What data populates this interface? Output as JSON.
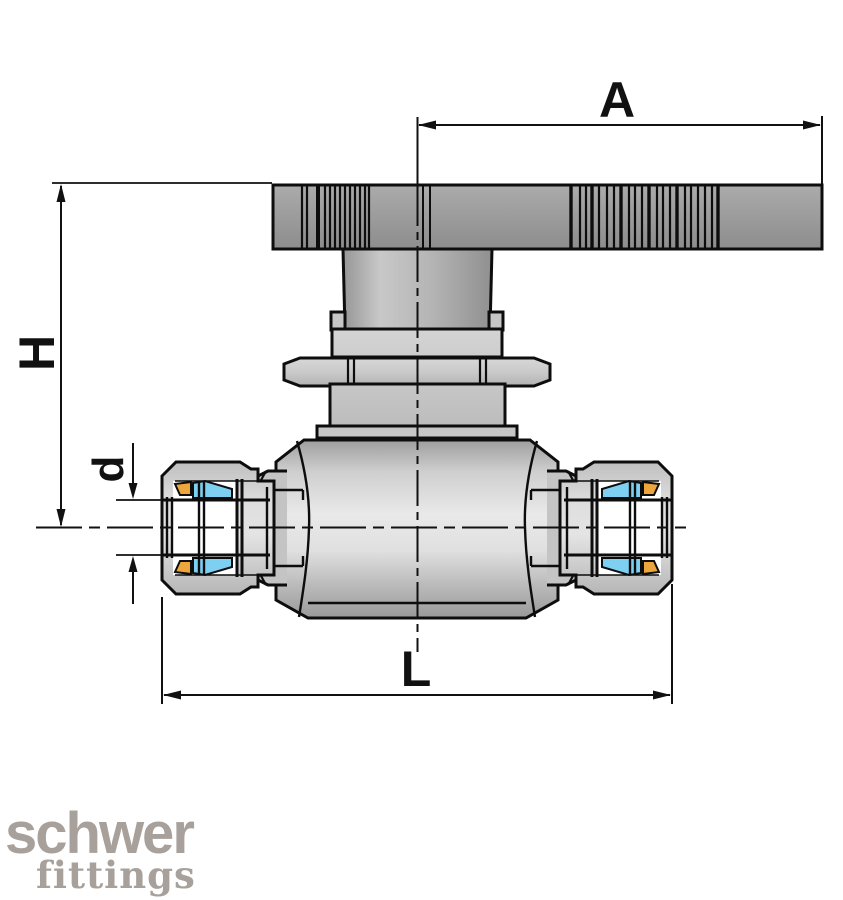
{
  "dimension_labels": {
    "A": "A",
    "H": "H",
    "d": "d",
    "L": "L"
  },
  "logo": {
    "line1": "schwer",
    "line2": "fittings",
    "color": "#a8a09a"
  },
  "colors": {
    "outline": "#0d0d0d",
    "ferrule_front_blue": "#7ed0f3",
    "ferrule_back_orange": "#eda63c",
    "metal_light": "#e2e2e2",
    "metal_mid": "#b8b8b8",
    "metal_dark": "#8f8f8f",
    "background": "#ffffff"
  }
}
